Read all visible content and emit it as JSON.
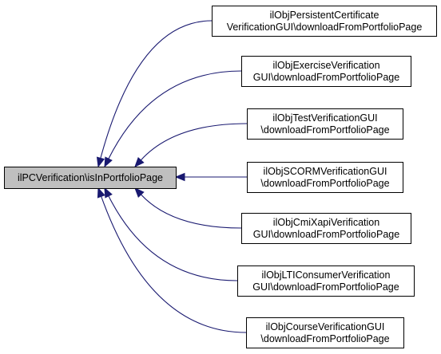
{
  "diagram": {
    "root": {
      "lines": [
        "ilPCVerification\\isInPortfolioPage"
      ]
    },
    "callers": [
      {
        "lines": [
          "ilObjPersistentCertificate",
          "VerificationGUI\\downloadFromPortfolioPage"
        ]
      },
      {
        "lines": [
          "ilObjExerciseVerification",
          "GUI\\downloadFromPortfolioPage"
        ]
      },
      {
        "lines": [
          "ilObjTestVerificationGUI",
          "\\downloadFromPortfolioPage"
        ]
      },
      {
        "lines": [
          "ilObjSCORMVerificationGUI",
          "\\downloadFromPortfolioPage"
        ]
      },
      {
        "lines": [
          "ilObjCmiXapiVerification",
          "GUI\\downloadFromPortfolioPage"
        ]
      },
      {
        "lines": [
          "ilObjLTIConsumerVerification",
          "GUI\\downloadFromPortfolioPage"
        ]
      },
      {
        "lines": [
          "ilObjCourseVerificationGUI",
          "\\downloadFromPortfolioPage"
        ]
      }
    ],
    "colors": {
      "edge": "#191970",
      "root_fill": "#bfbfbf",
      "node_fill": "#ffffff",
      "border": "#000000"
    }
  }
}
